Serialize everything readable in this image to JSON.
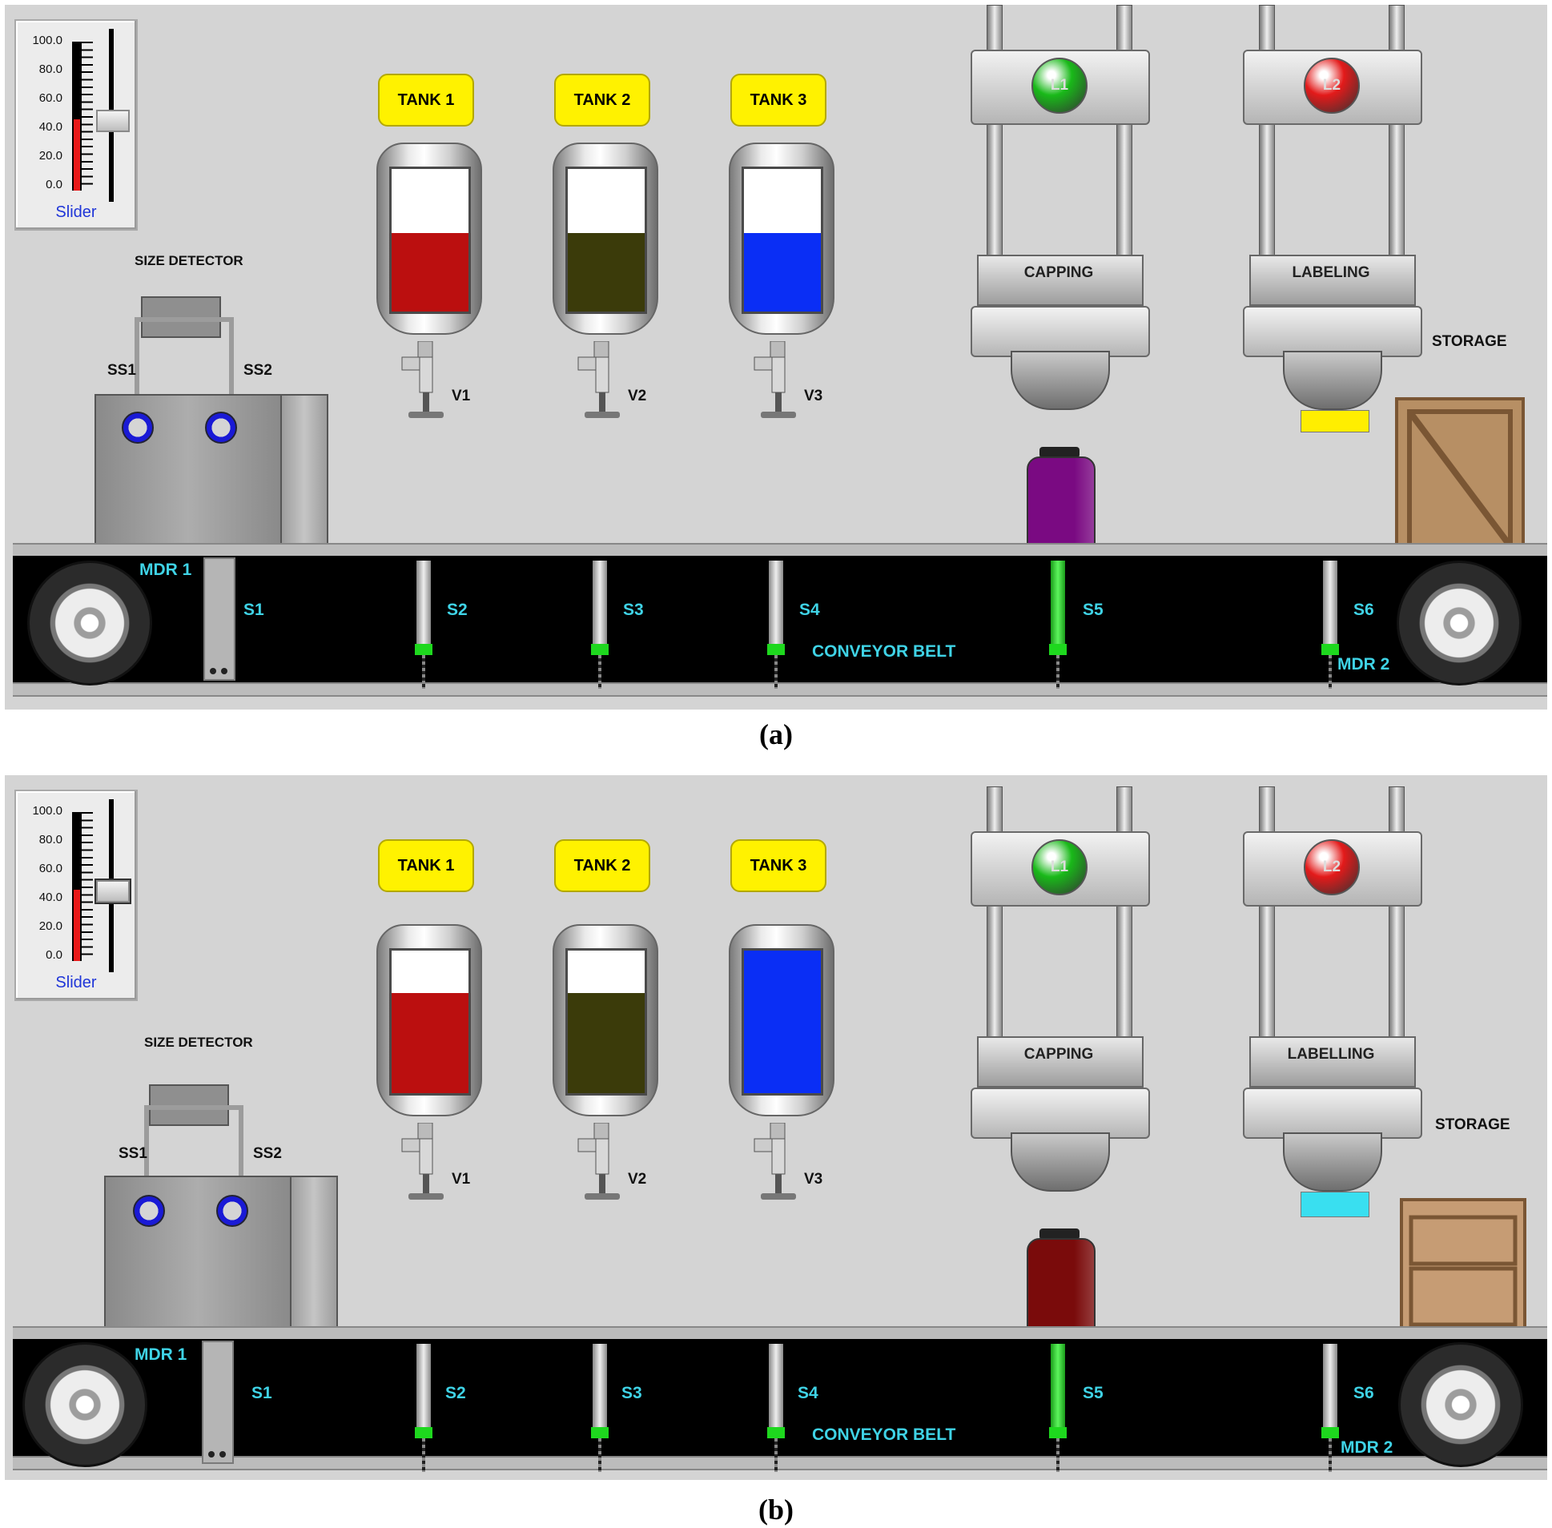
{
  "panels": [
    {
      "id": "a",
      "caption": "(a)",
      "slider": {
        "ticks": [
          "100.0",
          "80.0",
          "60.0",
          "40.0",
          "20.0",
          "0.0"
        ],
        "name": "Slider",
        "value": 48
      },
      "size_detector": {
        "label": "SIZE DETECTOR",
        "ss1": "SS1",
        "ss2": "SS2"
      },
      "tanks": [
        {
          "label": "TANK 1",
          "valve": "V1",
          "fill": 0.55,
          "color": "#bb0f0f"
        },
        {
          "label": "TANK 2",
          "valve": "V2",
          "fill": 0.55,
          "color": "#3b3b0a"
        },
        {
          "label": "TANK 3",
          "valve": "V3",
          "fill": 0.55,
          "color": "#0a2ef5"
        }
      ],
      "capping": {
        "label": "CAPPING",
        "lamp": "L1",
        "lamp_color": "#19b919"
      },
      "labeling": {
        "label": "LABELING",
        "lamp": "L2",
        "lamp_color": "#e31a1a",
        "label_strip_color": "#ffee00"
      },
      "storage": {
        "label": "STORAGE"
      },
      "bottle": {
        "color": "#7a0a82"
      },
      "conveyor": {
        "label": "CONVEYOR BELT",
        "mdr1": "MDR 1",
        "mdr2": "MDR 2",
        "sensors": [
          "S1",
          "S2",
          "S3",
          "S4",
          "S5",
          "S6"
        ]
      }
    },
    {
      "id": "b",
      "caption": "(b)",
      "slider": {
        "ticks": [
          "100.0",
          "80.0",
          "60.0",
          "40.0",
          "20.0",
          "0.0"
        ],
        "name": "Slider",
        "value": 48
      },
      "size_detector": {
        "label": "SIZE DETECTOR",
        "ss1": "SS1",
        "ss2": "SS2"
      },
      "tanks": [
        {
          "label": "TANK 1",
          "valve": "V1",
          "fill": 0.7,
          "color": "#bb0f0f"
        },
        {
          "label": "TANK 2",
          "valve": "V2",
          "fill": 0.7,
          "color": "#3b3b0a"
        },
        {
          "label": "TANK 3",
          "valve": "V3",
          "fill": 1.0,
          "color": "#0a2ef5"
        }
      ],
      "capping": {
        "label": "CAPPING",
        "lamp": "L1",
        "lamp_color": "#19b919"
      },
      "labeling": {
        "label": "LABELLING",
        "lamp": "L2",
        "lamp_color": "#e31a1a",
        "label_strip_color": "#39dff0"
      },
      "storage": {
        "label": "STORAGE"
      },
      "bottle": {
        "color": "#7a0b0b"
      },
      "conveyor": {
        "label": "CONVEYOR BELT",
        "mdr1": "MDR 1",
        "mdr2": "MDR 2",
        "sensors": [
          "S1",
          "S2",
          "S3",
          "S4",
          "S5",
          "S6"
        ]
      }
    }
  ]
}
